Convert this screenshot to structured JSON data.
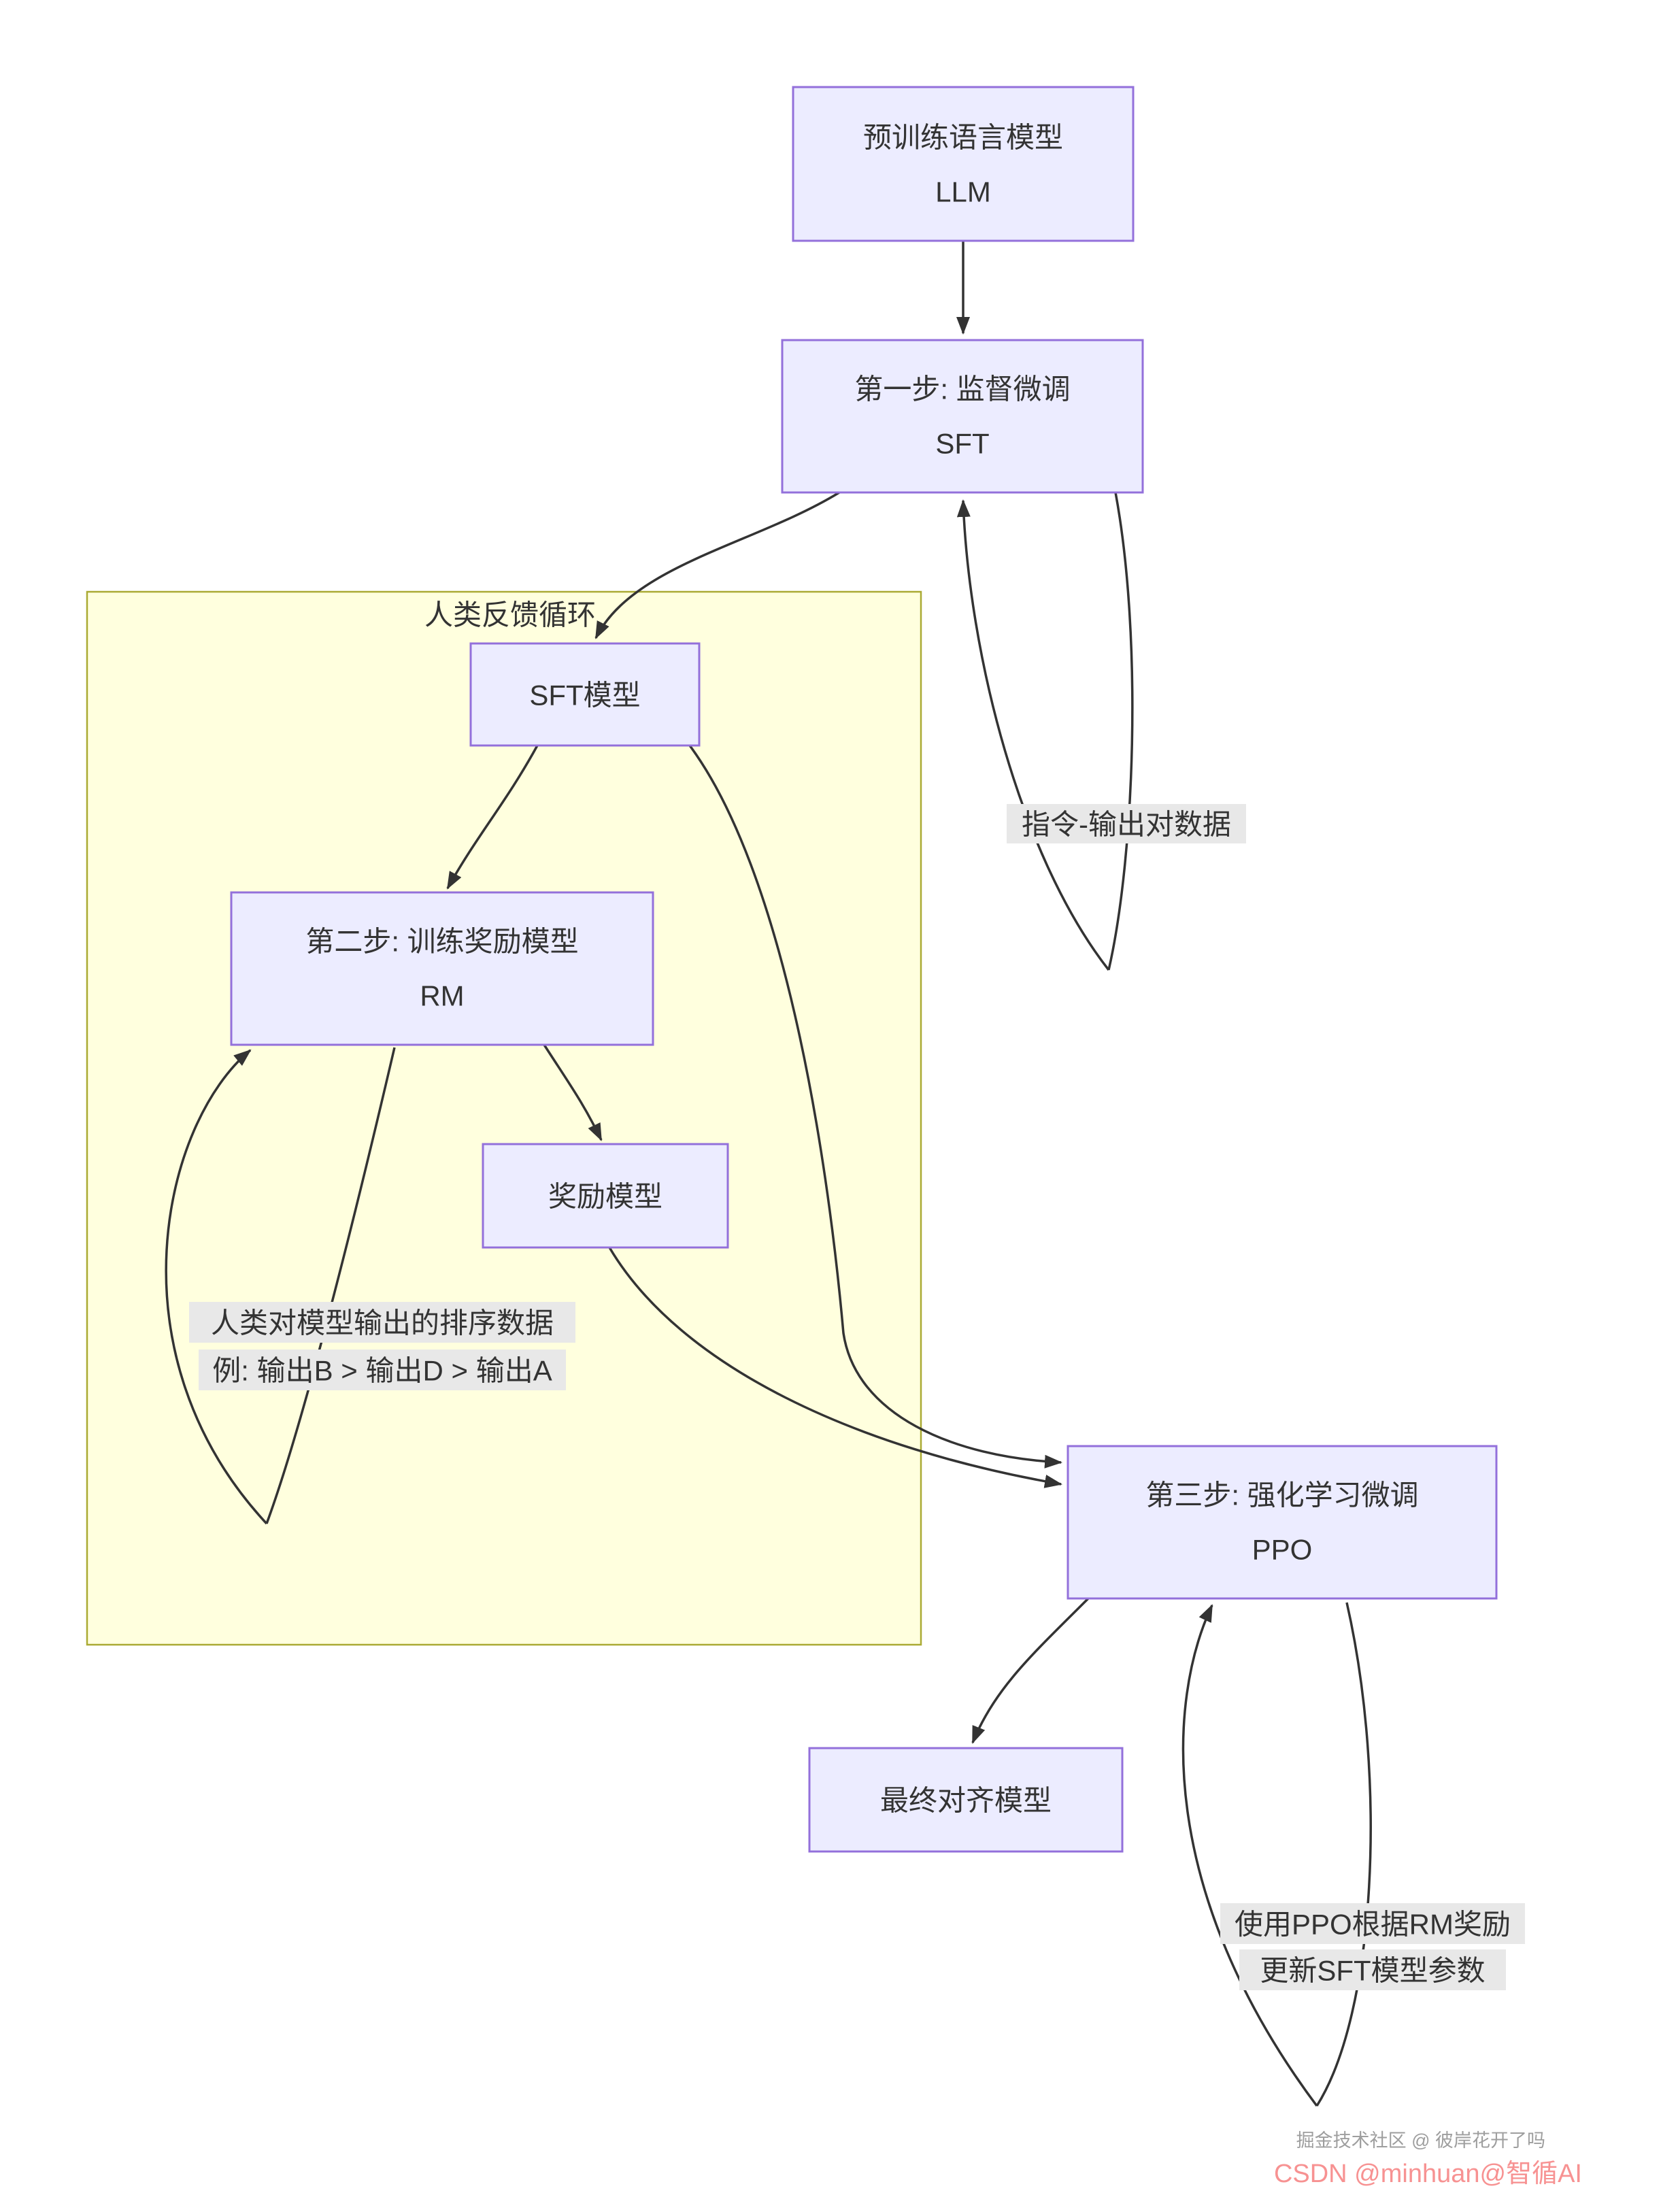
{
  "diagram": {
    "subgraph_label": "人类反馈循环",
    "nodes": {
      "llm": {
        "line1": "预训练语言模型",
        "line2": "LLM"
      },
      "sft_step": {
        "line1": "第一步: 监督微调",
        "line2": "SFT"
      },
      "sft_model": {
        "label": "SFT模型"
      },
      "rm_step": {
        "line1": "第二步: 训练奖励模型",
        "line2": "RM"
      },
      "reward_model": {
        "label": "奖励模型"
      },
      "ppo_step": {
        "line1": "第三步: 强化学习微调",
        "line2": "PPO"
      },
      "final_model": {
        "label": "最终对齐模型"
      }
    },
    "edge_labels": {
      "instruction_data": "指令-输出对数据",
      "ranking_data": {
        "line1": "人类对模型输出的排序数据",
        "line2": "例: 输出B > 输出D > 输出A"
      },
      "ppo_update": {
        "line1": "使用PPO根据RM奖励",
        "line2": "更新SFT模型参数"
      }
    },
    "colors": {
      "node_fill": "#ECECFF",
      "node_border": "#9370DB",
      "subgraph_fill": "#FFFFDE",
      "subgraph_border": "#AAAA33",
      "edge_stroke": "#333333",
      "edge_label_bg": "#E8E8E8",
      "text": "#333333"
    }
  },
  "watermarks": {
    "community": "掘金技术社区 @ 彼岸花开了吗",
    "community_color": "#9E9E9E",
    "csdn": "CSDN @minhuan@智循AI",
    "csdn_color": "#F79292"
  }
}
